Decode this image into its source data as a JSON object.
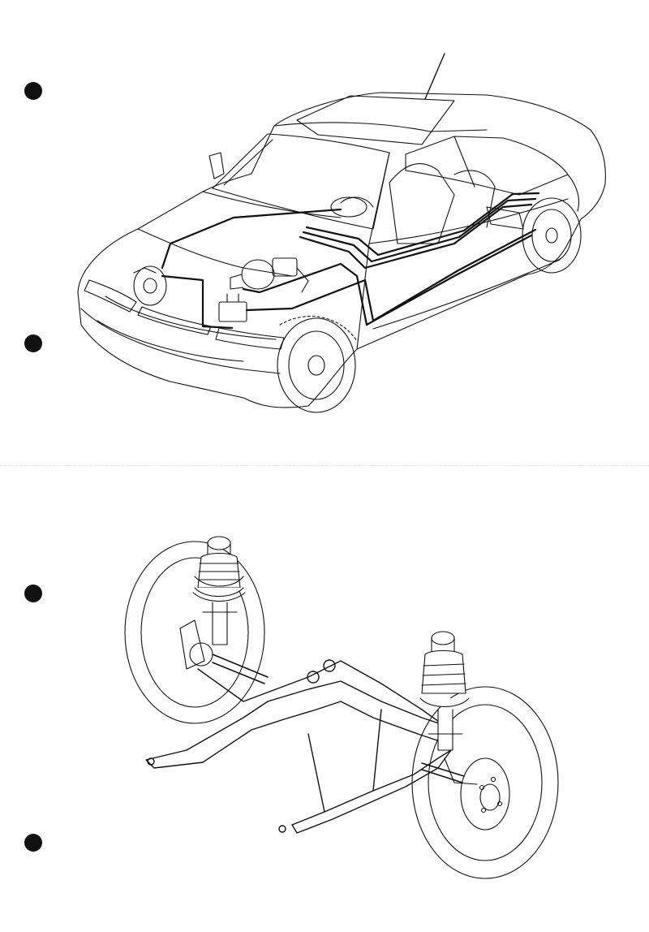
{
  "document": {
    "type": "technical illustration sheet",
    "colors": {
      "paper": "#ffffff",
      "ink": "#111111",
      "punch_hole": "#111111"
    },
    "binder_holes": 4,
    "figures": [
      {
        "id": "figure-1",
        "subject": "car-brake-system-cutaway"
      },
      {
        "id": "figure-2",
        "subject": "front-suspension-subframe"
      }
    ]
  }
}
